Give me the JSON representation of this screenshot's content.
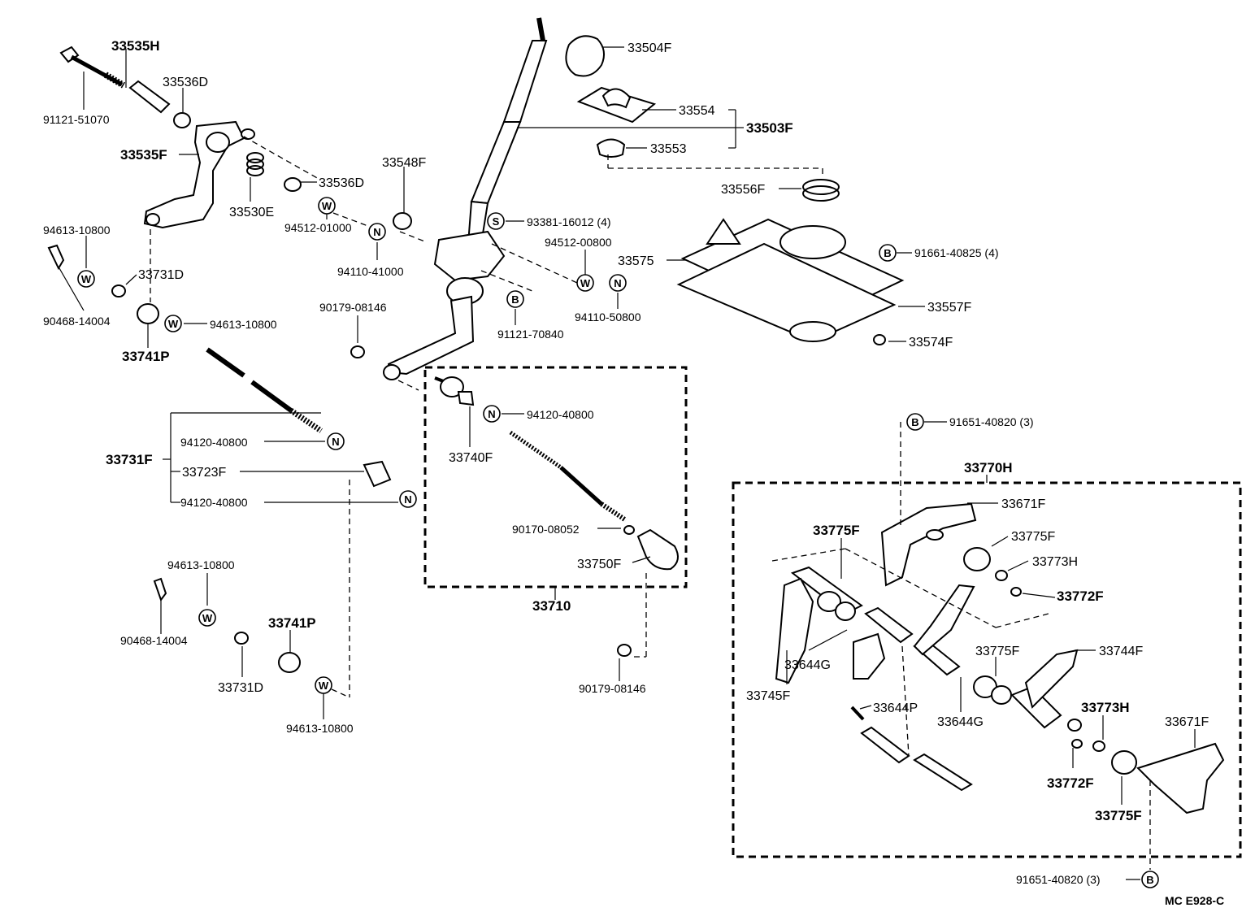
{
  "labels": {
    "p33535H": "33535H",
    "p33536D_a": "33536D",
    "p91121_51070": "91121-51070",
    "p33535F": "33535F",
    "p33530E": "33530E",
    "p33536D_b": "33536D",
    "p33548F": "33548F",
    "p94512_01000": "94512-01000",
    "p94110_41000": "94110-41000",
    "p94613_10800_a": "94613-10800",
    "p33731D_a": "33731D",
    "p90468_14004_a": "90468-14004",
    "p94613_10800_b": "94613-10800",
    "p33741P_a": "33741P",
    "p33504F": "33504F",
    "p33554": "33554",
    "p33503F": "33503F",
    "p33553": "33553",
    "p33556F": "33556F",
    "p93381_16012": "93381-16012 (4)",
    "p94512_00800": "94512-00800",
    "p33575": "33575",
    "p91661_40825": "91661-40825 (4)",
    "p33557F": "33557F",
    "p94110_50800": "94110-50800",
    "p90179_08146_a": "90179-08146",
    "p91121_70840": "91121-70840",
    "p33574F": "33574F",
    "p94120_40800_a": "94120-40800",
    "p33731F": "33731F",
    "p94120_40800_b": "94120-40800",
    "p33723F": "33723F",
    "p94120_40800_c": "94120-40800",
    "p33740F": "33740F",
    "p90170_08052": "90170-08052",
    "p33750F": "33750F",
    "p33710": "33710",
    "p94613_10800_c": "94613-10800",
    "p90468_14004_b": "90468-14004",
    "p33741P_b": "33741P",
    "p33731D_b": "33731D",
    "p94613_10800_d": "94613-10800",
    "p90179_08146_b": "90179-08146",
    "p91651_40820_a": "91651-40820 (3)",
    "p33770H": "33770H",
    "p33671F_a": "33671F",
    "p33775F_a": "33775F",
    "p33775F_b": "33775F",
    "p33773H_a": "33773H",
    "p33772F_a": "33772F",
    "p33644G_a": "33644G",
    "p33745F": "33745F",
    "p33775F_c": "33775F",
    "p33744F": "33744F",
    "p33644P": "33644P",
    "p33644G_b": "33644G",
    "p33773H_b": "33773H",
    "p33671F_b": "33671F",
    "p33772F_b": "33772F",
    "p33775F_d": "33775F",
    "p91651_40820_b": "91651-40820 (3)",
    "code": "MC  E928-C"
  },
  "symbols": {
    "W": "W",
    "N": "N",
    "B": "B",
    "S": "S"
  }
}
